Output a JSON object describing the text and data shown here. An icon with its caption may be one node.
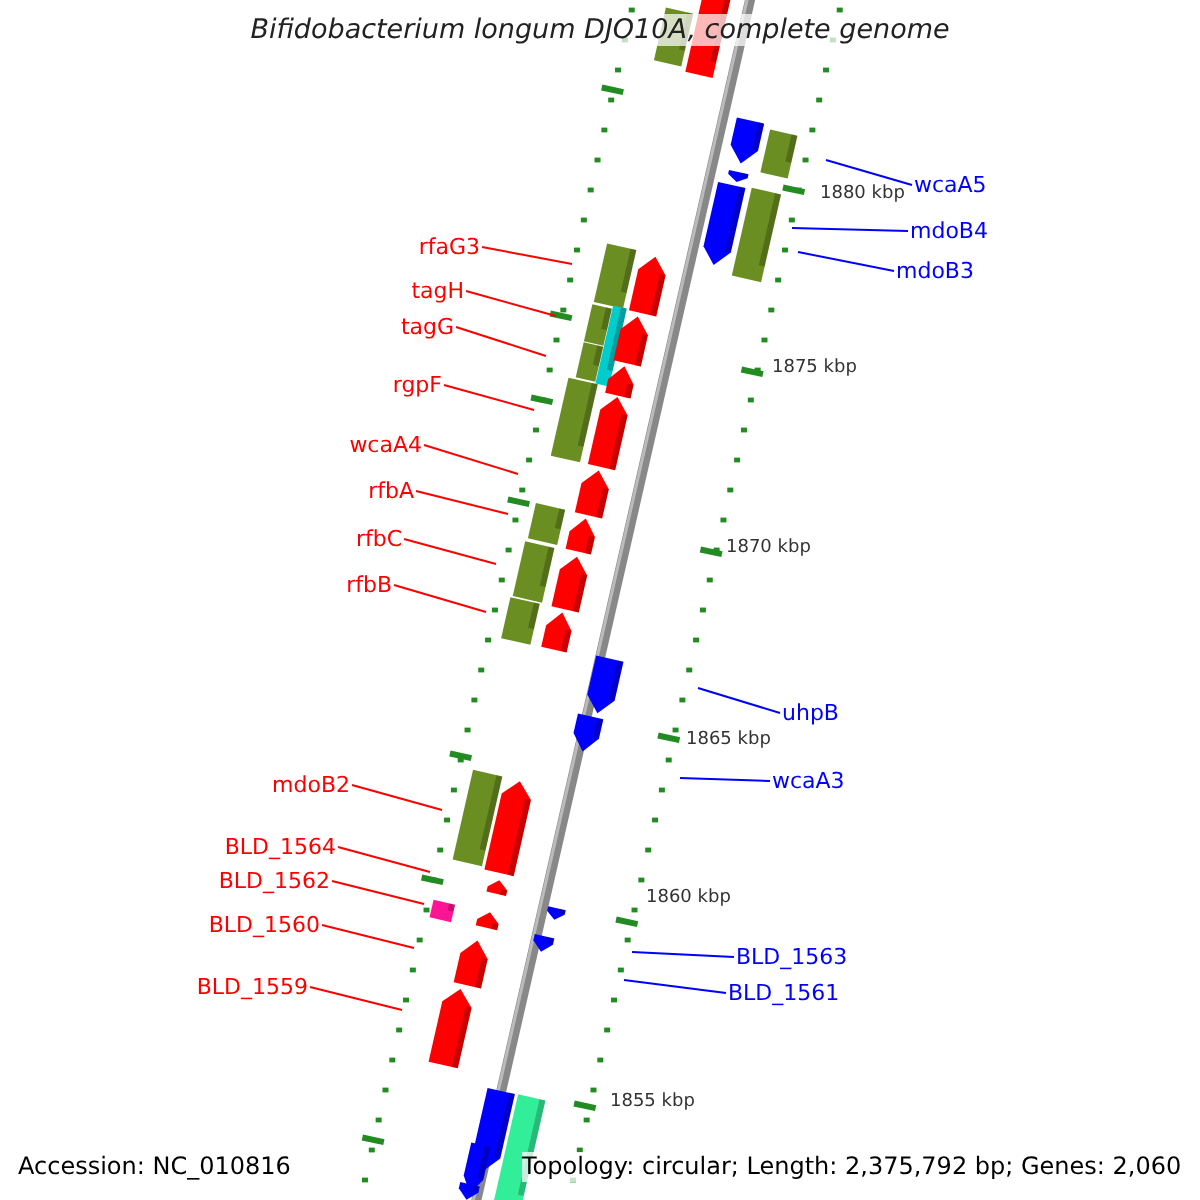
{
  "diagram": {
    "title": "Bifidobacterium longum DJO10A, complete genome",
    "nodes": [
      {
        "text": [
          "rfaG3"
        ]
      },
      {
        "text": [
          "tagH"
        ]
      },
      {
        "text": [
          "tagG"
        ]
      },
      {
        "text": [
          "rgpF"
        ]
      },
      {
        "text": [
          "wcaA4"
        ]
      },
      {
        "text": [
          "rfbA"
        ]
      },
      {
        "text": [
          "rfbC"
        ]
      },
      {
        "text": [
          "rfbB"
        ]
      },
      {
        "text": [
          "mdoB2"
        ]
      },
      {
        "text": [
          "BLD_1564"
        ]
      },
      {
        "text": [
          "BLD_1562"
        ]
      },
      {
        "text": [
          "BLD_1560"
        ]
      },
      {
        "text": [
          "BLD_1559"
        ]
      },
      {
        "text": [
          "wcaA5"
        ]
      },
      {
        "text": [
          "mdoB4"
        ]
      },
      {
        "text": [
          "mdoB3"
        ]
      },
      {
        "text": [
          "uhpB"
        ]
      },
      {
        "text": [
          "wcaA3"
        ]
      },
      {
        "text": [
          "BLD_1563"
        ]
      },
      {
        "text": [
          "BLD_1561"
        ]
      }
    ],
    "edges": [
      {
        "from": 0,
        "to": null,
        "arrow": "none"
      },
      {
        "from": 1,
        "to": null,
        "arrow": "none"
      },
      {
        "from": 2,
        "to": null,
        "arrow": "none"
      },
      {
        "from": 3,
        "to": null,
        "arrow": "none"
      },
      {
        "from": 4,
        "to": null,
        "arrow": "none"
      },
      {
        "from": 5,
        "to": null,
        "arrow": "none"
      },
      {
        "from": 6,
        "to": null,
        "arrow": "none"
      },
      {
        "from": 7,
        "to": null,
        "arrow": "none"
      },
      {
        "from": 8,
        "to": null,
        "arrow": "none"
      },
      {
        "from": 9,
        "to": null,
        "arrow": "none"
      },
      {
        "from": 10,
        "to": null,
        "arrow": "none"
      },
      {
        "from": 11,
        "to": null,
        "arrow": "none"
      },
      {
        "from": 12,
        "to": null,
        "arrow": "none"
      },
      {
        "from": 13,
        "to": null,
        "arrow": "none",
        "color": "#0000ff"
      },
      {
        "from": 14,
        "to": null,
        "arrow": "none",
        "color": "#0000ff"
      },
      {
        "from": 15,
        "to": null,
        "arrow": "none",
        "color": "#0000ff"
      },
      {
        "from": 16,
        "to": null,
        "arrow": "none",
        "color": "#0000ff"
      },
      {
        "from": 17,
        "to": null,
        "arrow": "none",
        "color": "#0000ff"
      },
      {
        "from": 18,
        "to": null,
        "arrow": "none",
        "color": "#0000ff"
      },
      {
        "from": 19,
        "to": null,
        "arrow": "none",
        "color": "#0000ff"
      }
    ],
    "labels": [
      "1880 kbp",
      "1875 kbp",
      "1870 kbp",
      "1865 kbp",
      "1860 kbp",
      "1855 kbp",
      "Accession: NC_010816",
      "Topology: circular; Length: 2,375,792 bp; Genes: 2,060"
    ]
  }
}
